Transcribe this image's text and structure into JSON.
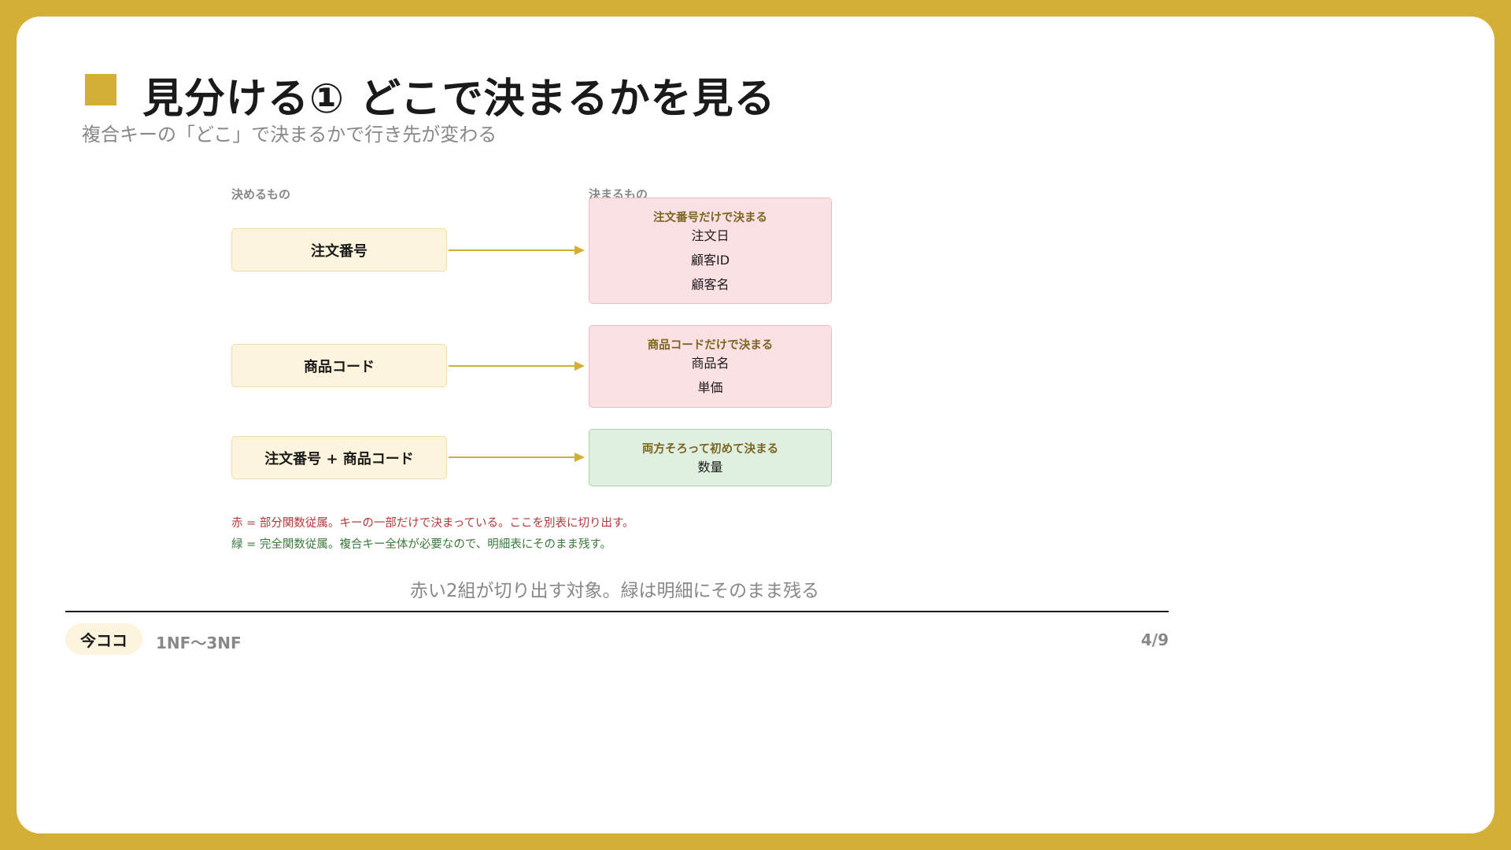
{
  "slide": {
    "title": "見分ける① どこで決まるかを見る",
    "subtitle": "複合キーの「どこ」で決まるかで行き先が変わる"
  },
  "diagram": {
    "left_label": "決めるもの",
    "right_label": "決まるもの",
    "rows": [
      {
        "key": "注文番号",
        "heading": "注文番号だけで決まる",
        "items": [
          "注文日",
          "顧客ID",
          "顧客名"
        ],
        "status": "partial"
      },
      {
        "key": "商品コード",
        "heading": "商品コードだけで決まる",
        "items": [
          "商品名",
          "単価"
        ],
        "status": "partial"
      },
      {
        "key": "注文番号 + 商品コード",
        "heading": "両方そろって初めて決まる",
        "items": [
          "数量"
        ],
        "status": "full"
      }
    ],
    "legend": {
      "red": "赤 = 部分関数従属。キーの一部だけで決まっている。ここを別表に切り出す。",
      "green": "緑 = 完全関数従属。複合キー全体が必要なので、明細表にそのまま残す。"
    },
    "caption": "赤い2組が切り出す対象。緑は明細にそのまま残る"
  },
  "footer": {
    "badge": "今ココ",
    "topic": "1NF〜3NF",
    "page": "4/9"
  },
  "colors": {
    "frame": "#D4AF37",
    "accent": "#D4AF37",
    "key_fill": "#FCF4DC",
    "key_border": "#F0DFA6",
    "partial_fill": "#FBE0E4",
    "partial_border": "#F2B9C2",
    "full_fill": "#E0F0E0",
    "full_border": "#A9D3A9",
    "legend_red": "#B03A3A",
    "legend_green": "#3A7A3A"
  },
  "icons": {
    "title_marker": "square-icon",
    "connector": "arrow-right-icon"
  }
}
